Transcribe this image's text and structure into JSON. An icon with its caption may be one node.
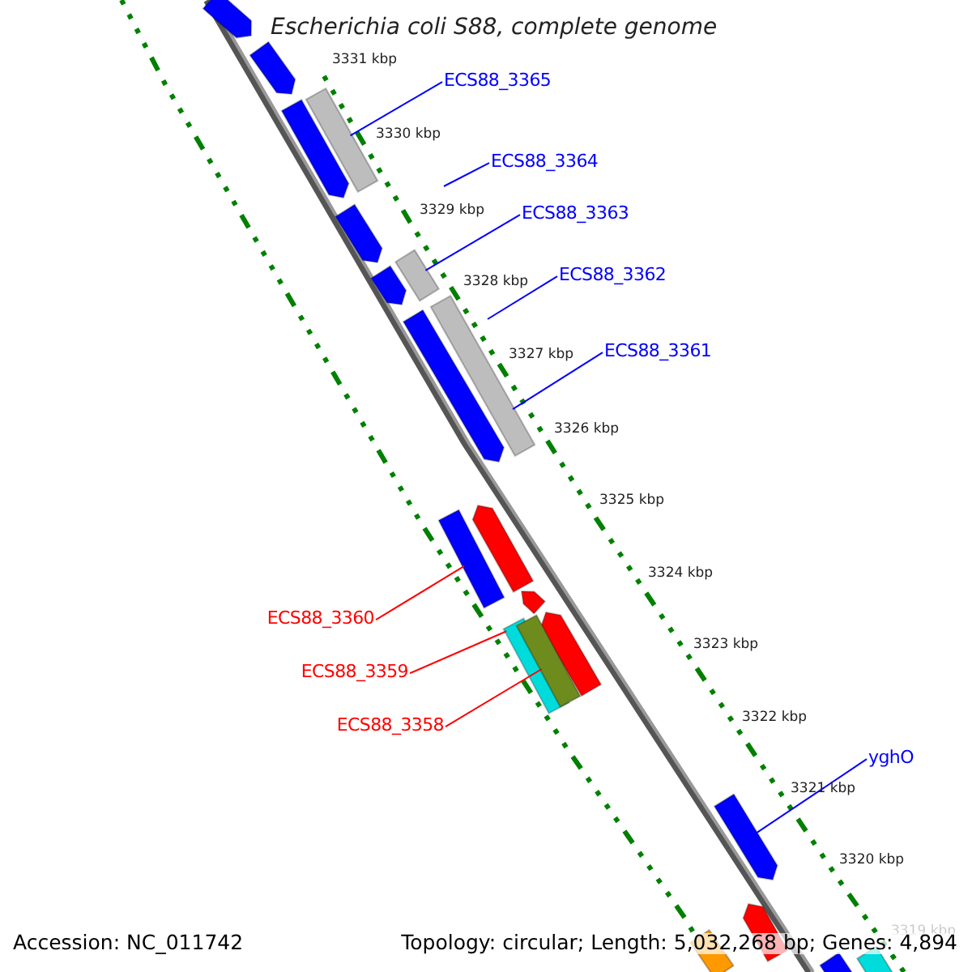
{
  "diagram": {
    "title": "Escherichia coli S88, complete genome",
    "nodes": [
      {
        "text": [
          "ECS88_3365"
        ]
      },
      {
        "text": [
          "ECS88_3364"
        ]
      },
      {
        "text": [
          "ECS88_3363"
        ]
      },
      {
        "text": [
          "ECS88_3362"
        ]
      },
      {
        "text": [
          "ECS88_3361"
        ]
      },
      {
        "text": [
          "ECS88_3360"
        ]
      },
      {
        "text": [
          "ECS88_3359"
        ]
      },
      {
        "text": [
          "ECS88_3358"
        ]
      },
      {
        "text": [
          "yghO"
        ]
      },
      {
        "text": [],
        "shape": "bar"
      },
      {
        "text": [],
        "shape": "bar"
      },
      {
        "text": [],
        "shape": "bar"
      },
      {
        "text": [],
        "shape": "bar"
      },
      {
        "text": [],
        "shape": "bar"
      },
      {
        "text": [],
        "shape": "bar"
      },
      {
        "text": [],
        "shape": "bar"
      },
      {
        "text": [],
        "shape": "bar"
      },
      {
        "text": [],
        "shape": "bar"
      },
      {
        "text": [],
        "shape": "bar"
      },
      {
        "text": [],
        "shape": "bar"
      },
      {
        "text": [],
        "shape": "bar"
      },
      {
        "text": [],
        "shape": "bar"
      },
      {
        "text": [],
        "shape": "bar"
      },
      {
        "text": [],
        "shape": "bar"
      },
      {
        "text": [],
        "shape": "bar"
      },
      {
        "text": [],
        "shape": "bar"
      },
      {
        "text": [],
        "shape": "bar"
      },
      {
        "text": [],
        "shape": "bar"
      },
      {
        "text": [],
        "shape": "bar"
      }
    ],
    "edges": [
      {
        "from": 0,
        "to": 11,
        "arrow": "none"
      },
      {
        "from": 1,
        "to": null,
        "arrow": "none"
      },
      {
        "from": 2,
        "to": 14,
        "arrow": "none"
      },
      {
        "from": 3,
        "to": null,
        "arrow": "none"
      },
      {
        "from": 4,
        "to": 16,
        "arrow": "none"
      },
      {
        "from": 5,
        "to": 19,
        "arrow": "none",
        "color": "#ff0000"
      },
      {
        "from": 6,
        "to": 22,
        "arrow": "none",
        "color": "#ff0000"
      },
      {
        "from": 7,
        "to": 23,
        "arrow": "none",
        "color": "#ff0000"
      },
      {
        "from": 8,
        "to": 24,
        "arrow": "none"
      }
    ],
    "labels": [
      "3331 kbp",
      "3330 kbp",
      "3329 kbp",
      "3328 kbp",
      "3327 kbp",
      "3326 kbp",
      "3325 kbp",
      "3324 kbp",
      "3323 kbp",
      "3322 kbp",
      "3321 kbp",
      "3320 kbp",
      "3319 kbp",
      "Accession: NC_011742",
      "Topology: circular; Length: 5,032,268 bp; Genes: 4,894"
    ]
  }
}
